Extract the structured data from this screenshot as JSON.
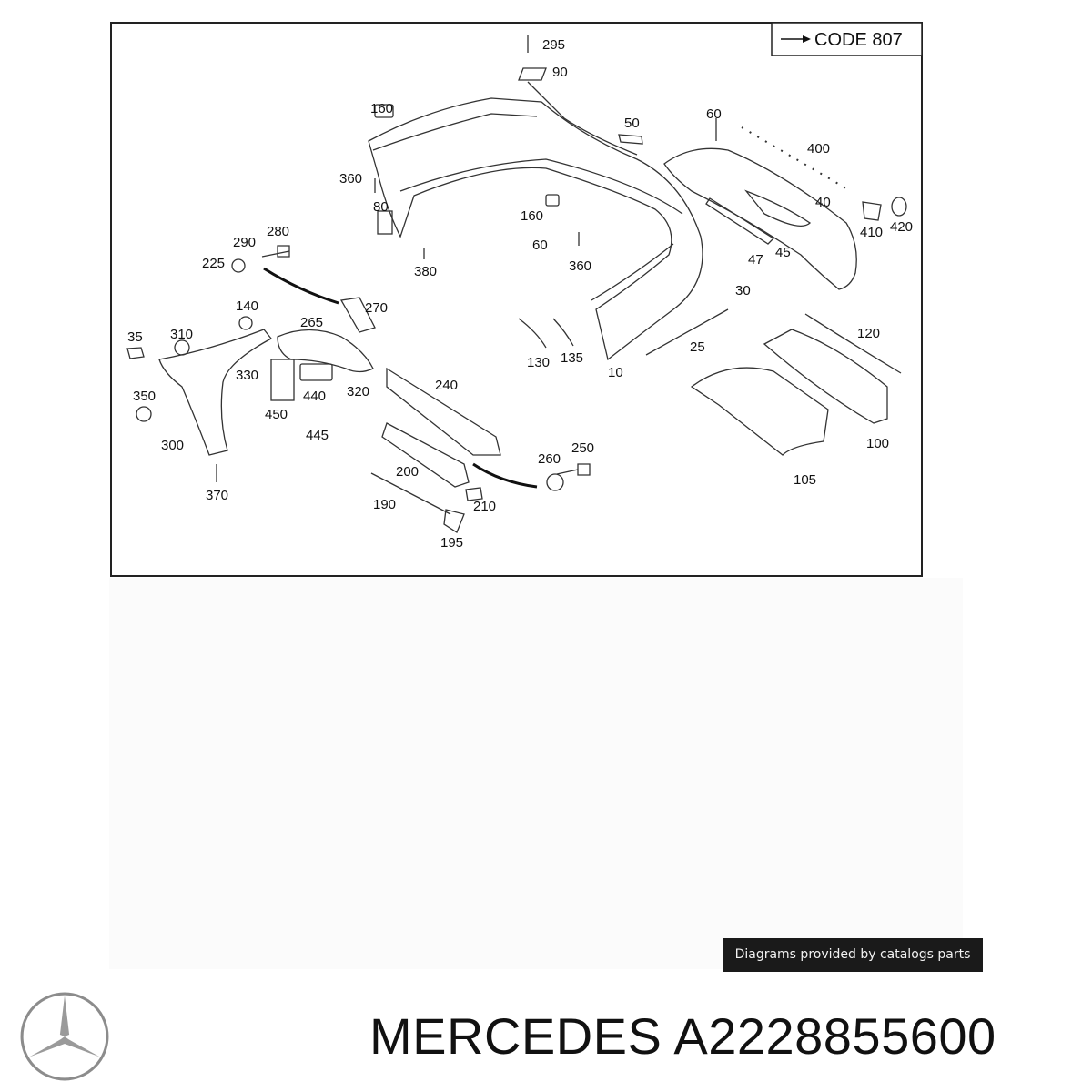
{
  "diagram": {
    "code_label": "CODE 807",
    "callouts": [
      "295",
      "90",
      "160",
      "50",
      "60",
      "400",
      "360",
      "80",
      "40",
      "410",
      "420",
      "160",
      "60",
      "360",
      "45",
      "47",
      "380",
      "280",
      "290",
      "225",
      "30",
      "140",
      "270",
      "265",
      "35",
      "310",
      "330",
      "320",
      "440",
      "450",
      "445",
      "240",
      "350",
      "300",
      "370",
      "200",
      "260",
      "250",
      "190",
      "210",
      "195",
      "130",
      "135",
      "10",
      "25",
      "120",
      "100",
      "105"
    ]
  },
  "footer": {
    "credit": "Diagrams provided by catalogs parts",
    "brand": "MERCEDES",
    "part_number": "A2228855600",
    "logo_icon": "mercedes-star-logo"
  },
  "colors": {
    "ink": "#111111",
    "badge_bg": "#1a1a1a",
    "badge_text": "#f2f2f2"
  }
}
